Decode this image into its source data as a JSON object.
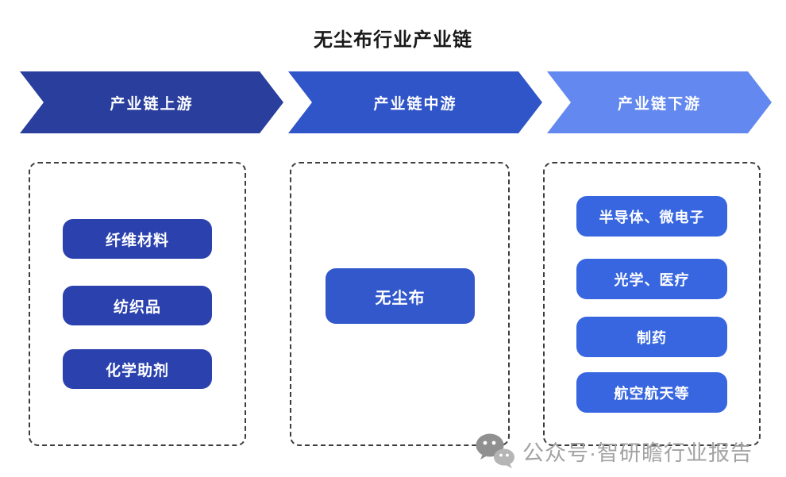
{
  "title": "无尘布行业产业链",
  "stages": [
    {
      "label": "产业链上游",
      "arrow_color": "#2a3f9d",
      "node_color": "#2a41ae",
      "items": [
        "纤维材料",
        "纺织品",
        "化学助剂"
      ]
    },
    {
      "label": "产业链中游",
      "arrow_color": "#3055c8",
      "node_color": "#3258cc",
      "items": [
        "无尘布"
      ]
    },
    {
      "label": "产业链下游",
      "arrow_color": "#6388ef",
      "node_color": "#3766e0",
      "items": [
        "半导体、微电子",
        "光学、医疗",
        "制药",
        "航空航天等"
      ]
    }
  ],
  "watermark": {
    "icon": "wechat-icon",
    "text": "公众号·智研瞻行业报告",
    "color": "#a3a3a3"
  },
  "colors": {
    "background": "#ffffff",
    "dashed_border": "#3d3d3d",
    "label_text_on_blue": "#ffffff",
    "title_text": "#1a1a1a"
  }
}
